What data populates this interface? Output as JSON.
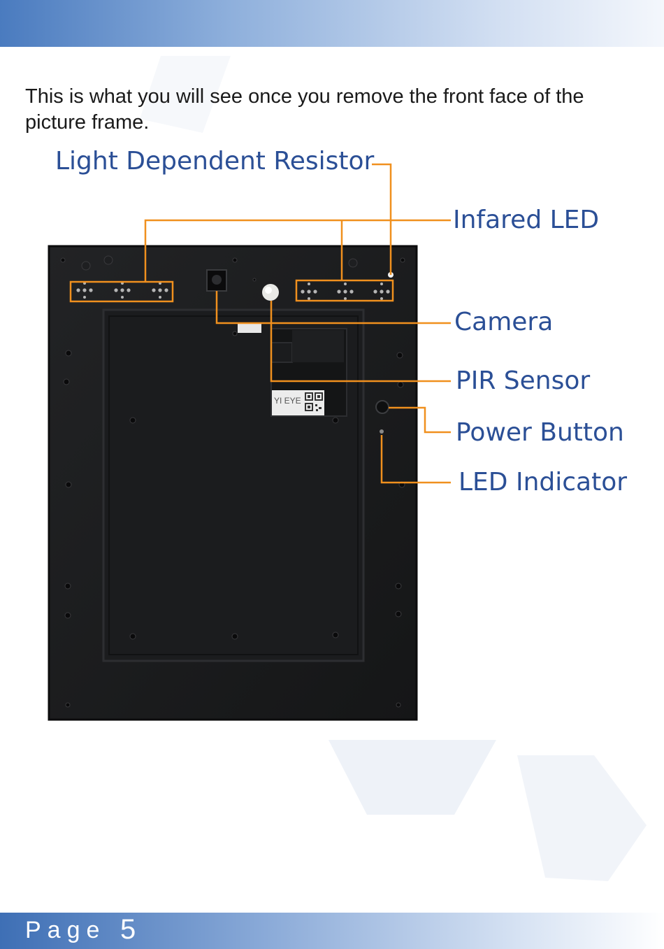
{
  "intro": {
    "text": "This is what you will see once you remove the front face of the picture frame."
  },
  "callouts": {
    "ldr": "Light Dependent Resistor",
    "infrared_led": "Infared LED",
    "camera": "Camera",
    "pir": "PIR Sensor",
    "power": "Power Button",
    "led_indicator": "LED Indicator"
  },
  "device": {
    "sticker_text": "YI EYE"
  },
  "footer": {
    "page_label": "Page",
    "page_number": "5"
  },
  "colors": {
    "header_accent": "#4a7bbf",
    "callout_text": "#2b4f96",
    "leader_line": "#f0901e",
    "frame_body": "#1c1d1f"
  }
}
